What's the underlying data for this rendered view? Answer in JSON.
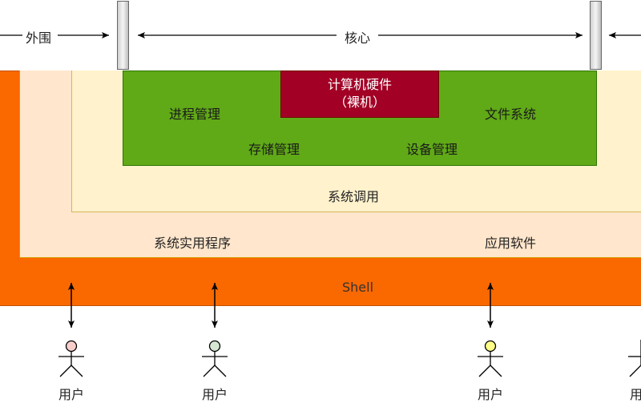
{
  "top_labels": {
    "outer": "外围",
    "core": "核心"
  },
  "layers": {
    "shell": "Shell",
    "utility_programs": "系统实用程序",
    "application_software": "应用软件",
    "system_calls": "系统调用"
  },
  "kernel": {
    "process_management": "进程管理",
    "storage_management": "存储管理",
    "device_management": "设备管理",
    "file_system": "文件系统"
  },
  "hardware": {
    "line1": "计算机硬件",
    "line2": "（裸机）"
  },
  "users": [
    {
      "label": "用户",
      "head_color": "#f8cecc"
    },
    {
      "label": "用户",
      "head_color": "#d5e8d4"
    },
    {
      "label": "用户",
      "head_color": "#ffff88"
    },
    {
      "label": "用户",
      "head_color": "#ffffff"
    }
  ],
  "colors": {
    "shell": "#fa6800",
    "utility": "#ffe6cc",
    "syscall": "#fff2cc",
    "kernel": "#60a917",
    "hardware": "#a20025"
  }
}
